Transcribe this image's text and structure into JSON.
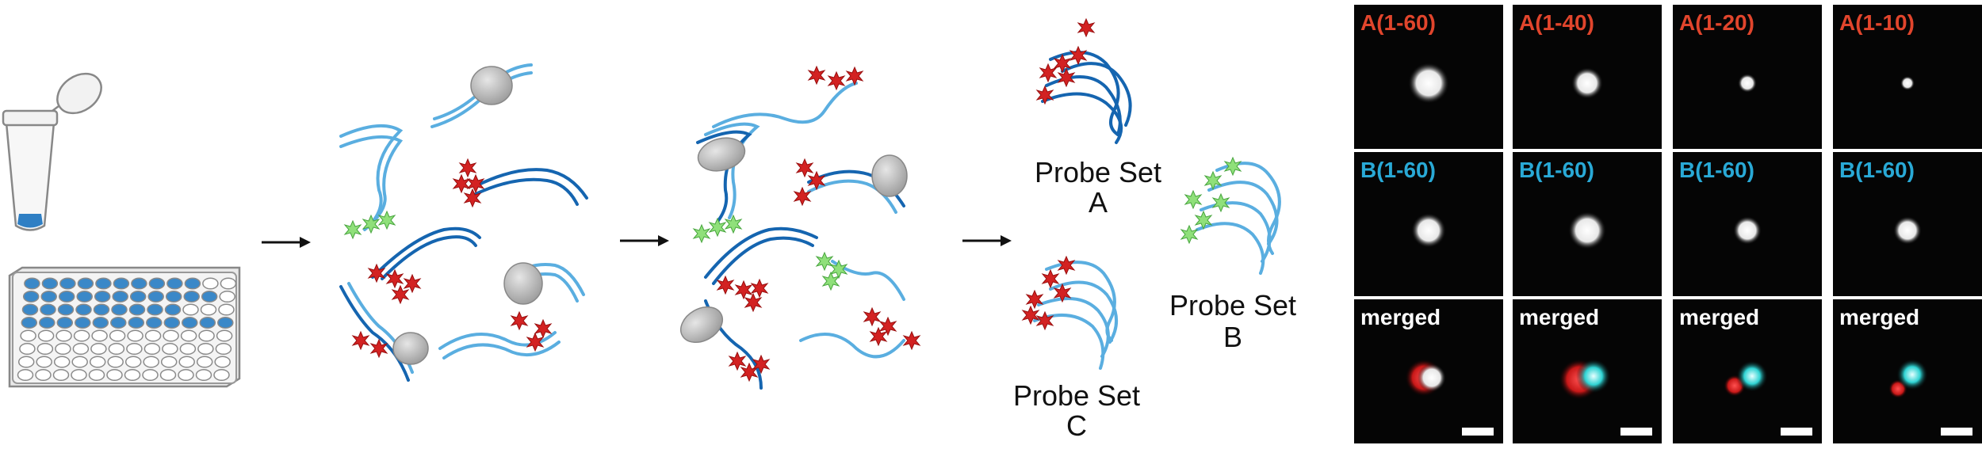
{
  "colors": {
    "red_label": "#e1452c",
    "cyan_label": "#29a9d6",
    "strand_dark": "#1565b0",
    "strand_light": "#5aaee0",
    "star_red": "#d32222",
    "star_green": "#7fd66a",
    "protein_gray": "#b8b8b8",
    "well_blue": "#3a88c8",
    "tube_blue": "#2f7fc4"
  },
  "probe_sets": {
    "a": {
      "line1": "Probe Set",
      "line2": "A"
    },
    "b": {
      "line1": "Probe Set",
      "line2": "B"
    },
    "c": {
      "line1": "Probe Set",
      "line2": "C"
    }
  },
  "panels": {
    "columns": [
      {
        "top_label": "A(1-60)",
        "mid_label": "B(1-60)",
        "bottom_label": "merged"
      },
      {
        "top_label": "A(1-40)",
        "mid_label": "B(1-60)",
        "bottom_label": "merged"
      },
      {
        "top_label": "A(1-20)",
        "mid_label": "B(1-60)",
        "bottom_label": "merged"
      },
      {
        "top_label": "A(1-10)",
        "mid_label": "B(1-60)",
        "bottom_label": "merged"
      }
    ]
  },
  "icons": {
    "tube": "microcentrifuge-tube-icon",
    "plate": "well-plate-icon",
    "arrow": "right-arrow-icon",
    "scale_bar": "scale-bar-icon"
  }
}
